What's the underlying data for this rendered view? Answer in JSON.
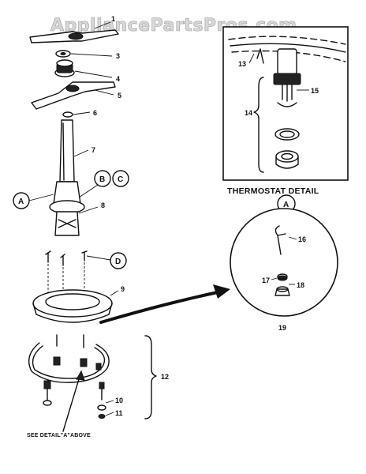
{
  "watermark": "AppliancePartsPros.com",
  "callout_numbers": {
    "n1": "1",
    "n3": "3",
    "n4": "4",
    "n5": "5",
    "n6": "6",
    "n7": "7",
    "n8": "8",
    "n9": "9",
    "n10": "10",
    "n11": "11",
    "n12": "12",
    "n13": "13",
    "n14": "14",
    "n15": "15",
    "n16": "16",
    "n17": "17",
    "n18": "18",
    "n19": "19"
  },
  "circle_labels": {
    "a_left": "A",
    "b": "B",
    "c": "C",
    "d": "D",
    "a_detail": "A"
  },
  "thermostat_detail_title": "THERMOSTAT DETAIL",
  "see_detail_note": "SEE DETAIL\"A\"ABOVE"
}
